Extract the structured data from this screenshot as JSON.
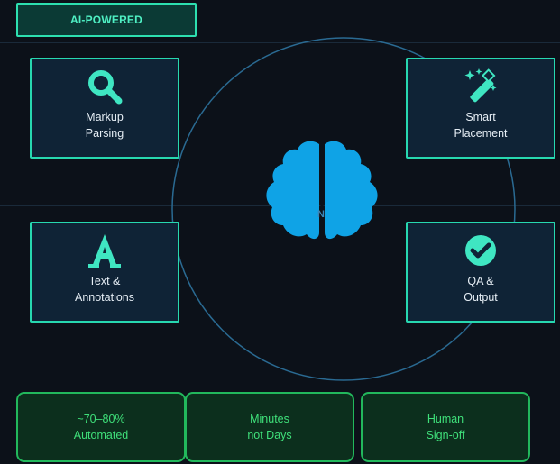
{
  "badge": "AI-POWERED",
  "center_mark": "N",
  "cards": [
    {
      "icon": "magnifier-icon",
      "label": "Markup\nParsing"
    },
    {
      "icon": "magic-wand-icon",
      "label": "Smart\nPlacement"
    },
    {
      "icon": "letter-a-icon",
      "label": "Text &\nAnnotations"
    },
    {
      "icon": "check-circle-icon",
      "label": "QA &\nOutput"
    }
  ],
  "stats": [
    {
      "label": "~70–80%\nAutomated"
    },
    {
      "label": "Minutes\nnot Days"
    },
    {
      "label": "Human\nSign-off"
    }
  ],
  "colors": {
    "background": "#0c1119",
    "card_border": "#27d8b0",
    "card_fill": "#0f2336",
    "icon": "#3fe6c2",
    "brain": "#0fa3e6",
    "ring": "#2a6a92",
    "stat_border": "#22b85c",
    "stat_text": "#3fe07a"
  }
}
